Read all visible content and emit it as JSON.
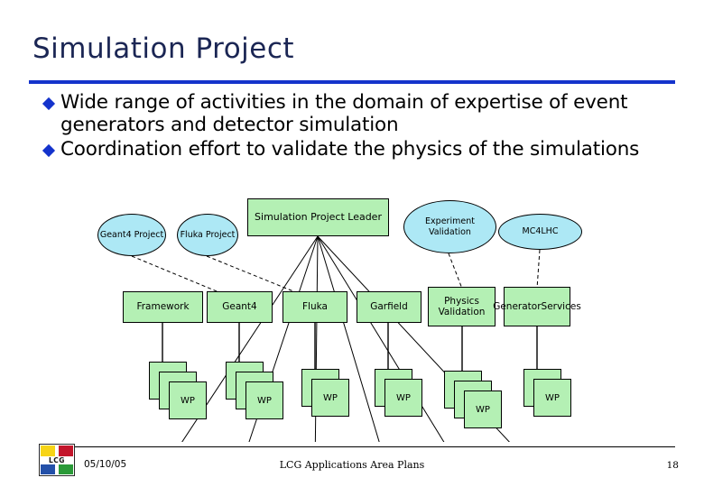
{
  "slide": {
    "title": "Simulation Project",
    "accent_color": "#1433cc",
    "title_color": "#1b2654",
    "ellipse_fill": "#ADE8F5",
    "box_fill": "#B4F0B4"
  },
  "bullets": [
    "Wide range of activities in the domain of expertise of event generators and detector simulation",
    "Coordination effort to validate the physics of the simulations"
  ],
  "diagram": {
    "leader": {
      "label": "Simulation Project Leader"
    },
    "ellipses": [
      {
        "label": "Geant4 Project"
      },
      {
        "label": "Fluka Project"
      },
      {
        "label": "Experiment Validation"
      },
      {
        "label": "MC4LHC"
      }
    ],
    "boxes": [
      {
        "label": "Framework",
        "wp_count": 3,
        "wp_label": "WP"
      },
      {
        "label": "Geant4",
        "wp_count": 3,
        "wp_label": "WP"
      },
      {
        "label": "Fluka",
        "wp_count": 2,
        "wp_label": "WP"
      },
      {
        "label": "Garfield",
        "wp_count": 2,
        "wp_label": "WP"
      },
      {
        "label": "Physics Validation",
        "wp_count": 3,
        "wp_label": "WP"
      },
      {
        "label": "GeneratorServices",
        "wp_count": 2,
        "wp_label": "WP"
      }
    ]
  },
  "footer": {
    "logo_text": "LCG",
    "date": "05/10/05",
    "center": "LCG Applications Area Plans",
    "page": "18"
  }
}
